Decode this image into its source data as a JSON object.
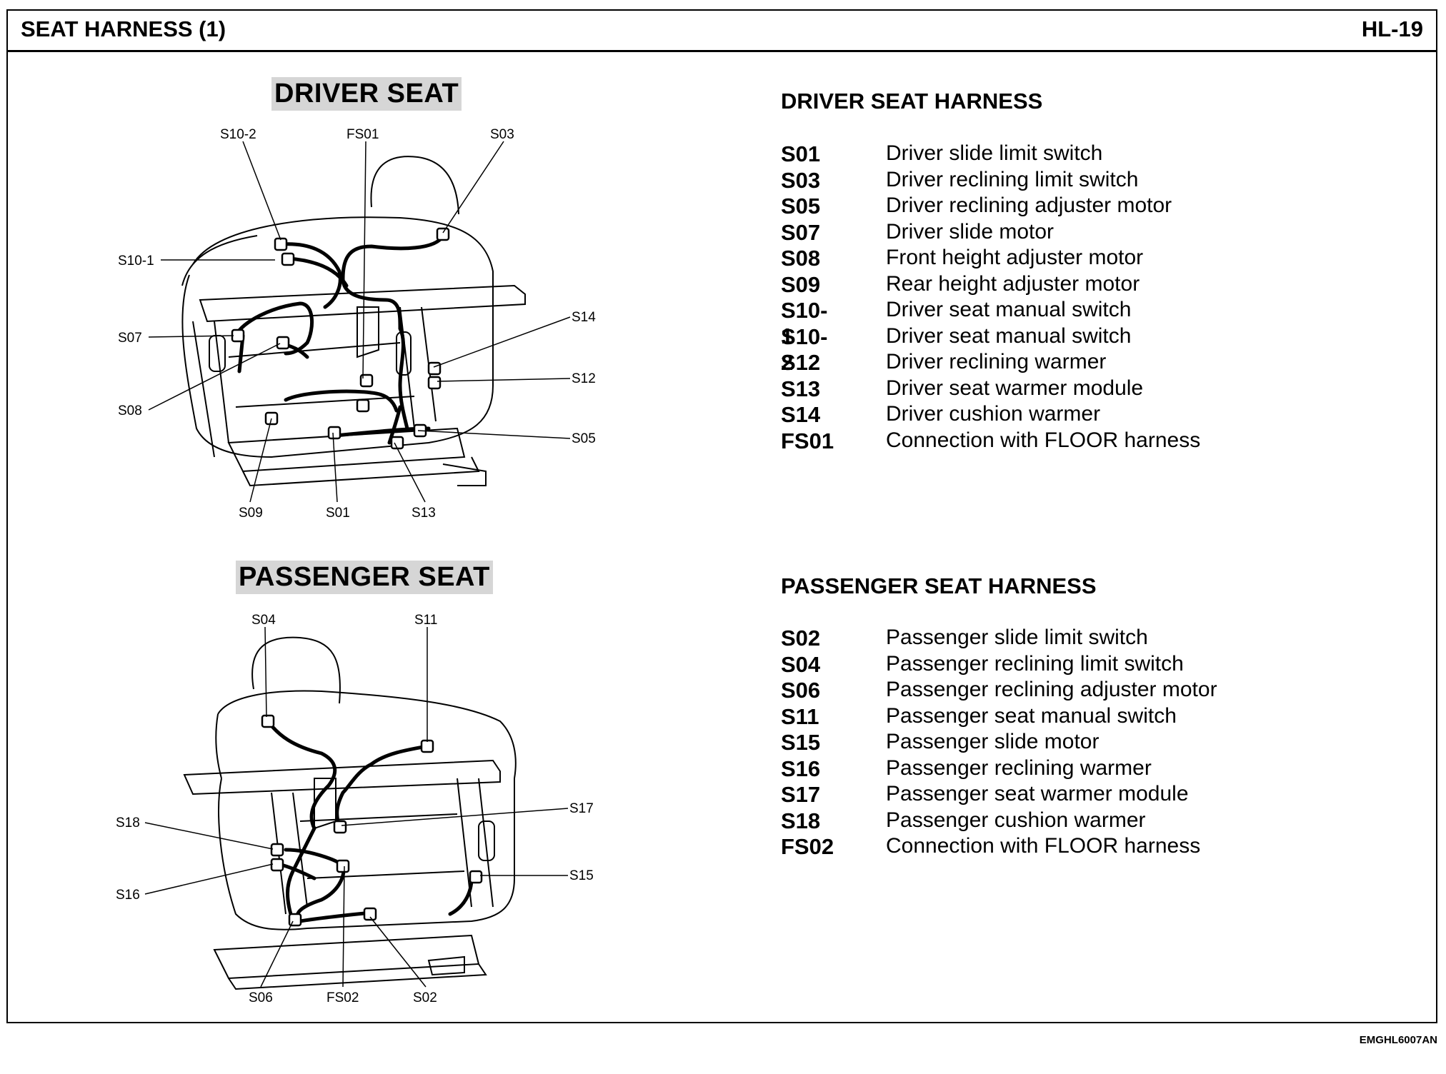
{
  "header": {
    "title": "SEAT HARNESS (1)",
    "page": "HL-19"
  },
  "driver": {
    "diagram_title": "DRIVER SEAT",
    "harness_title": "DRIVER SEAT HARNESS",
    "legend": [
      {
        "code": "S01",
        "desc": "Driver slide limit switch"
      },
      {
        "code": "S03",
        "desc": "Driver reclining limit switch"
      },
      {
        "code": "S05",
        "desc": "Driver reclining adjuster motor"
      },
      {
        "code": "S07",
        "desc": "Driver slide motor"
      },
      {
        "code": "S08",
        "desc": "Front height adjuster motor"
      },
      {
        "code": "S09",
        "desc": "Rear height adjuster motor"
      },
      {
        "code": "S10-1",
        "desc": "Driver seat manual switch"
      },
      {
        "code": "S10-2",
        "desc": "Driver seat manual switch"
      },
      {
        "code": "S12",
        "desc": "Driver reclining warmer"
      },
      {
        "code": "S13",
        "desc": "Driver seat warmer module"
      },
      {
        "code": "S14",
        "desc": "Driver cushion warmer"
      },
      {
        "code": "FS01",
        "desc": "Connection with FLOOR harness"
      }
    ],
    "callouts": {
      "s10_2": "S10-2",
      "fs01": "FS01",
      "s03": "S03",
      "s10_1": "S10-1",
      "s07": "S07",
      "s08": "S08",
      "s14": "S14",
      "s12": "S12",
      "s05": "S05",
      "s09": "S09",
      "s01": "S01",
      "s13": "S13"
    }
  },
  "passenger": {
    "diagram_title": "PASSENGER SEAT",
    "harness_title": "PASSENGER SEAT HARNESS",
    "legend": [
      {
        "code": "S02",
        "desc": "Passenger slide limit switch"
      },
      {
        "code": "S04",
        "desc": "Passenger reclining limit switch"
      },
      {
        "code": "S06",
        "desc": "Passenger reclining adjuster motor"
      },
      {
        "code": "S11",
        "desc": "Passenger seat manual switch"
      },
      {
        "code": "S15",
        "desc": "Passenger slide motor"
      },
      {
        "code": "S16",
        "desc": "Passenger reclining warmer"
      },
      {
        "code": "S17",
        "desc": "Passenger seat warmer module"
      },
      {
        "code": "S18",
        "desc": "Passenger cushion warmer"
      },
      {
        "code": "FS02",
        "desc": "Connection with FLOOR harness"
      }
    ],
    "callouts": {
      "s04": "S04",
      "s11": "S11",
      "s18": "S18",
      "s17": "S17",
      "s16": "S16",
      "s15": "S15",
      "s06": "S06",
      "fs02": "FS02",
      "s02": "S02"
    }
  },
  "footer": {
    "code": "EMGHL6007AN"
  }
}
